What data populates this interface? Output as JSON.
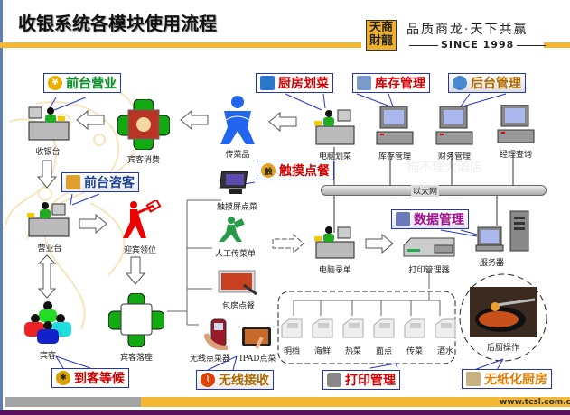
{
  "header": {
    "title": "收银系统各模块使用流程",
    "brand_logo_chars": [
      "天",
      "商",
      "財",
      "龍"
    ],
    "brand_slogan": "品质商龙·天下共赢",
    "brand_since": "SINCE 1998"
  },
  "nodes": {
    "cashier": "收银台",
    "guest_consume": "宾客消费",
    "food_runner": "传菜品",
    "pc_order_mark": "电脑划菜",
    "inventory": "库存管理",
    "finance": "财务管理",
    "manager_query": "经理查询",
    "front_desk": "营业台",
    "greeter": "迎宾领位",
    "touch_order": "触摸屏点菜",
    "manual_order": "人工传菜单",
    "pc_entry": "电脑录单",
    "print_manager": "打印管理器",
    "server": "服务器",
    "private_room": "包房点餐",
    "guests": "宾客",
    "guest_seated": "宾客落座",
    "wireless_device": "无线点菜器",
    "ipad_order": "IPAD点菜",
    "kitchen_op": "后厨操作",
    "ethernet": "以太网"
  },
  "printers": [
    "明档",
    "海鲜",
    "热菜",
    "面点",
    "传菜",
    "酒水"
  ],
  "tags": {
    "front_business": "前台营业",
    "front_reception": "前台咨客",
    "arrival_wait": "到客等候",
    "kitchen_mark": "厨房划菜",
    "inventory_mgmt": "库存管理",
    "backend_mgmt": "后台管理",
    "touch_order": "触摸点餐",
    "data_mgmt": "数据管理",
    "wireless_receive": "无线接收",
    "print_mgmt": "打印管理",
    "paperless_kitchen": "无纸化厨房"
  },
  "watermark": "狗不理大酒店",
  "footer": {
    "url": "www.tcsl.com.cn"
  },
  "colors": {
    "accent_gold": "#f4b731",
    "footer_purple": "#5c1060",
    "tag_border": "#2233cc"
  }
}
